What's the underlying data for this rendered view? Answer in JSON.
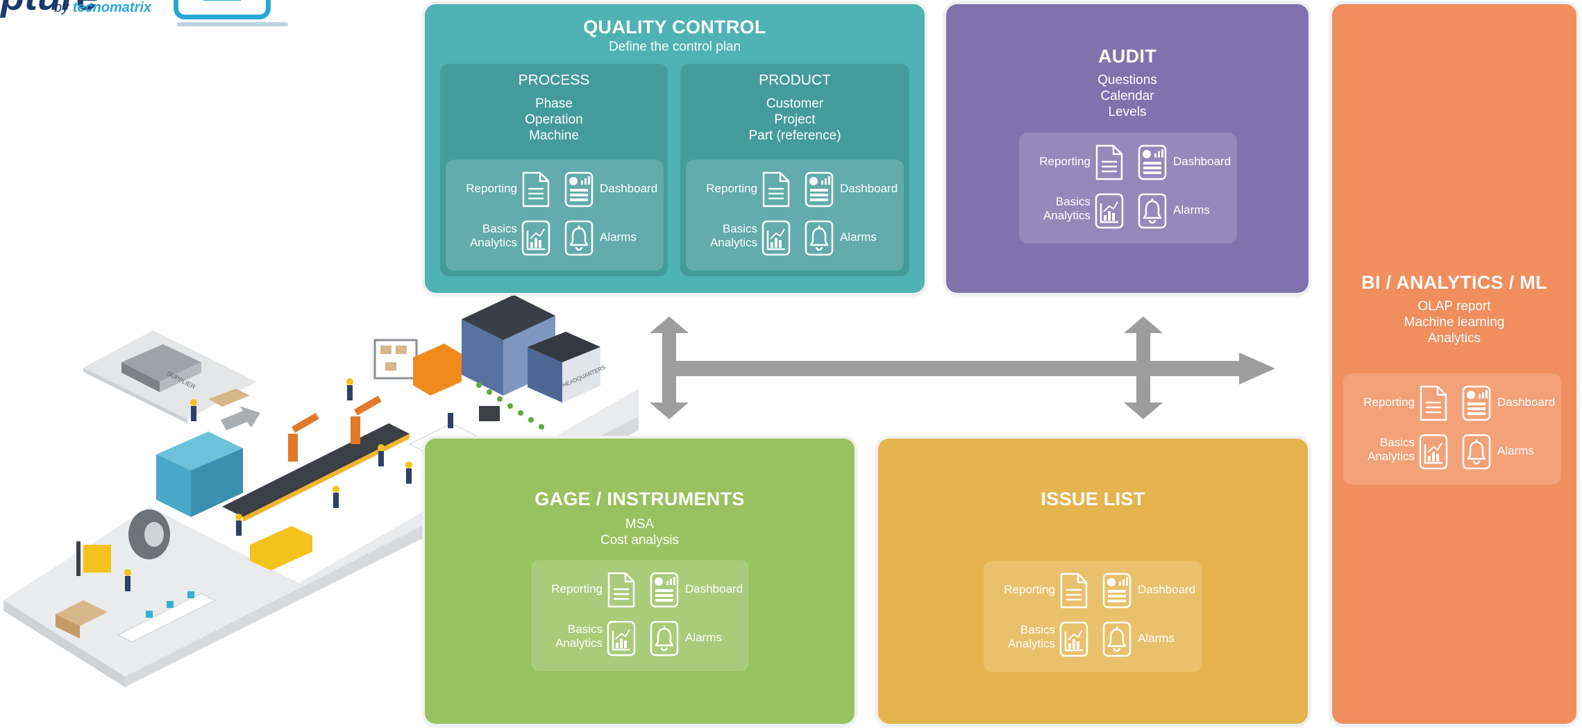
{
  "logo": {
    "by": "by",
    "brand": "tecnomatrix"
  },
  "panels": {
    "quality": {
      "title": "QUALITY CONTROL",
      "subtitle": "Define the control plan",
      "color": "#4fb2b4",
      "process": {
        "title": "PROCESS",
        "lines": [
          "Phase",
          "Operation",
          "Machine"
        ]
      },
      "product": {
        "title": "PRODUCT",
        "lines": [
          "Customer",
          "Project",
          "Part (reference)"
        ]
      }
    },
    "audit": {
      "title": "AUDIT",
      "lines": [
        "Questions",
        "Calendar",
        "Levels"
      ],
      "color": "#7f72ad"
    },
    "bi": {
      "title": "BI / ANALYTICS / ML",
      "lines": [
        "OLAP report",
        "Machine learning",
        "Analytics"
      ],
      "color": "#f08e5d"
    },
    "gage": {
      "title": "GAGE / INSTRUMENTS",
      "lines": [
        "MSA",
        "Cost analysis"
      ],
      "color": "#98c15f"
    },
    "issue": {
      "title": "ISSUE LIST",
      "color": "#e5b44f"
    }
  },
  "features": {
    "reporting": "Reporting",
    "dashboard": "Dashboard",
    "basics1": "Basics",
    "basics2": "Analytics",
    "alarms": "Alarms"
  },
  "factory": {
    "hq_sign": "HEADQUARTERS",
    "supplier_sign": "SUPPLIER"
  },
  "colors": {
    "arrow": "#9d9d9d",
    "floor": "#e9ebed"
  }
}
